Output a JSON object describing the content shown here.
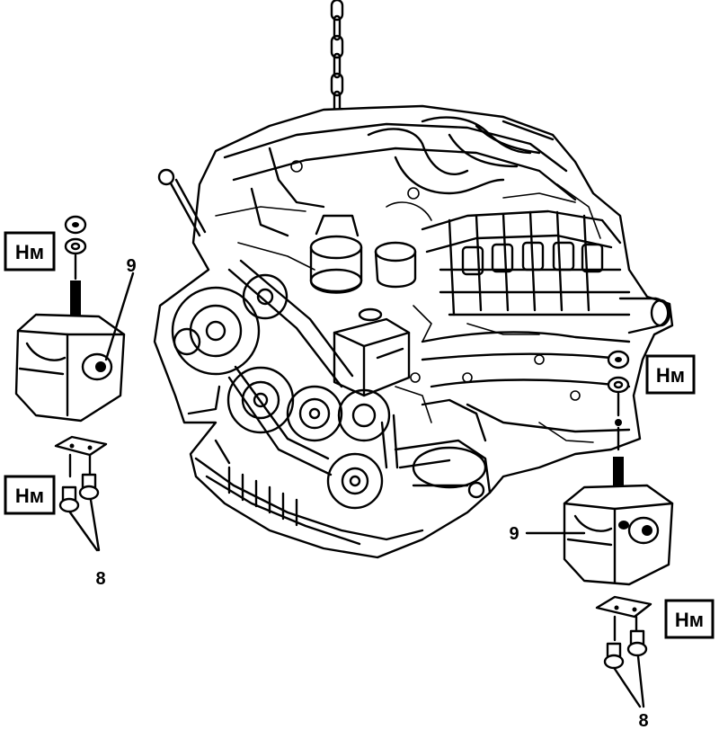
{
  "labels": {
    "torque_unit": "Нм",
    "mount": "9",
    "bolts": "8"
  },
  "icons": {
    "engine": "engine-assembly-icon",
    "chain": "lifting-chain-icon",
    "mount": "engine-mount-icon",
    "nut": "nut-icon",
    "washer": "washer-icon",
    "bolt": "bolt-icon",
    "bracket": "bracket-plate-icon"
  },
  "colors": {
    "ink": "#000000",
    "paper": "#ffffff"
  }
}
